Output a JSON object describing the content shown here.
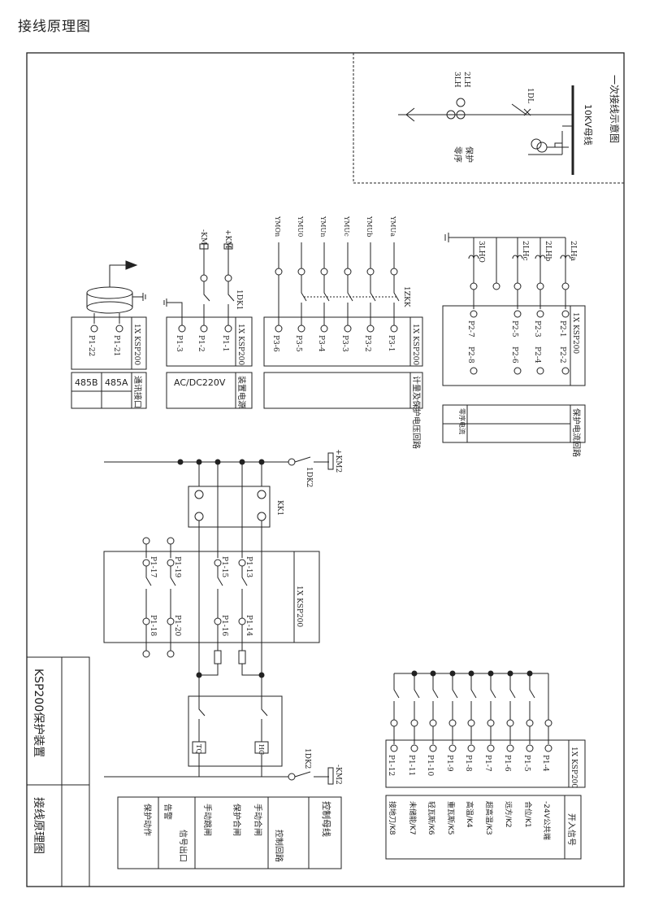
{
  "page": {
    "title": "接线原理图"
  },
  "primary": {
    "title": "一次接线示意图",
    "bus": "10KV母线",
    "breaker": "1DL",
    "ct_a": "2LH",
    "ct_b": "3LH",
    "ct_note_a": "保护",
    "ct_note_b": "零序"
  },
  "comm": {
    "device": "1X KSP200",
    "terminals": [
      "P1-22",
      "P1-21"
    ],
    "labels": [
      "485B",
      "485A"
    ],
    "caption": "通讯接口"
  },
  "power": {
    "device": "1X KSP200",
    "terminals": [
      "P1-3",
      "P1-2",
      "P1-1"
    ],
    "top_labels": [
      "-KM",
      "+KM"
    ],
    "switch": "1DK1",
    "label": "AC/DC220V",
    "caption": "装置电源"
  },
  "voltage": {
    "device": "1X KSP200",
    "terminals": [
      "P3-6",
      "P3-5",
      "P3-4",
      "P3-3",
      "P3-2",
      "P3-1"
    ],
    "top_labels": [
      "YMOn",
      "YMU0",
      "YMUn",
      "YMUc",
      "YMUb",
      "YMUa"
    ],
    "switch": "1ZKK",
    "caption": "计量及保护电压回路"
  },
  "current": {
    "device": "1X KSP200",
    "ct_labels": [
      "3LHO",
      "2LHc",
      "2LHb",
      "2LHa"
    ],
    "terms_top": [
      "P2-7",
      "P2-5",
      "P2-3",
      "P2-1"
    ],
    "terms_bot": [
      "P2-8",
      "P2-6",
      "P2-4",
      "P2-2"
    ],
    "caption_a": "零序电流",
    "caption_b": "保护电流回路"
  },
  "control": {
    "device": "1X KSP200",
    "km_top": "+KM2",
    "km_bot": "-KM2",
    "switch_top": "1DK2",
    "switch_bot": "1DK2",
    "kk": "KK1",
    "terms_top": [
      "P1-17",
      "P1-19",
      "P1-15",
      "P1-13"
    ],
    "terms_bot": [
      "P1-18",
      "P1-20",
      "P1-16",
      "P1-14"
    ],
    "tq": "TQ",
    "hc": "HC",
    "captions": [
      "告警",
      "保护动作",
      "手动跳闸",
      "保护合闸",
      "手动合闸",
      "控制回路",
      "信号出口",
      "控制母线"
    ]
  },
  "inputs": {
    "device": "1X KSP200",
    "terminals": [
      "P1-12",
      "P1-11",
      "P1-10",
      "P1-9",
      "P1-8",
      "P1-7",
      "P1-6",
      "P1-5",
      "P1-4"
    ],
    "labels": [
      "接地刀/K8",
      "未储能/K7",
      "轻瓦斯/K6",
      "重瓦斯/K5",
      "高温/K4",
      "超高温/K3",
      "远方/K2",
      "合位/K1",
      "-24V公共端"
    ],
    "caption": "开入信号"
  },
  "titleblock": {
    "device": "KSP200保护装置",
    "drawing": "接线原理图"
  }
}
